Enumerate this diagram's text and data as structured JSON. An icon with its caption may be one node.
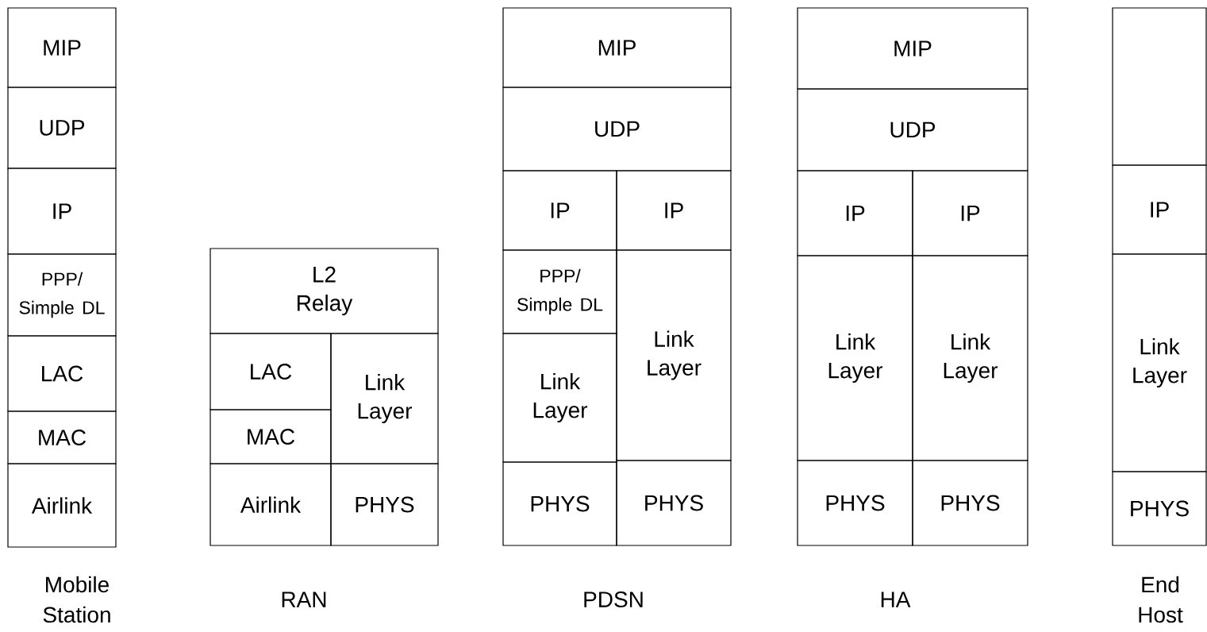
{
  "diagram": {
    "nodes": [
      {
        "text": [
          "MIP"
        ]
      },
      {
        "text": [
          "UDP"
        ]
      },
      {
        "text": [
          "IP"
        ]
      },
      {
        "text": [
          "PPP/ Simple DL"
        ]
      },
      {
        "text": [
          "LAC"
        ]
      },
      {
        "text": [
          "MAC"
        ]
      },
      {
        "text": [
          "Airlink"
        ]
      },
      {
        "text": [
          "L2 Relay"
        ]
      },
      {
        "text": [
          "LAC"
        ]
      },
      {
        "text": [
          "Link Layer"
        ]
      },
      {
        "text": [
          "MAC"
        ]
      },
      {
        "text": [
          "Airlink"
        ]
      },
      {
        "text": [
          "PHYS"
        ]
      },
      {
        "text": [
          "MIP"
        ]
      },
      {
        "text": [
          "UDP"
        ]
      },
      {
        "text": [
          "IP"
        ]
      },
      {
        "text": [
          "IP"
        ]
      },
      {
        "text": [
          "PPP/ Simple DL"
        ]
      },
      {
        "text": [
          "Link Layer"
        ]
      },
      {
        "text": [
          "Link Layer"
        ]
      },
      {
        "text": [
          "PHYS"
        ]
      },
      {
        "text": [
          "PHYS"
        ]
      },
      {
        "text": [
          "MIP"
        ]
      },
      {
        "text": [
          "UDP"
        ]
      },
      {
        "text": [
          "IP"
        ]
      },
      {
        "text": [
          "IP"
        ]
      },
      {
        "text": [
          "Link Layer"
        ]
      },
      {
        "text": [
          "Link Layer"
        ]
      },
      {
        "text": [
          "PHYS"
        ]
      },
      {
        "text": [
          "PHYS"
        ]
      },
      {
        "text": [],
        "shape": "box"
      },
      {
        "text": [
          "IP"
        ]
      },
      {
        "text": [
          "Link Layer"
        ]
      },
      {
        "text": [
          "PHYS"
        ]
      }
    ],
    "labels": [
      "Mobile Station",
      "RAN",
      "PDSN",
      "HA",
      "End Host"
    ]
  }
}
